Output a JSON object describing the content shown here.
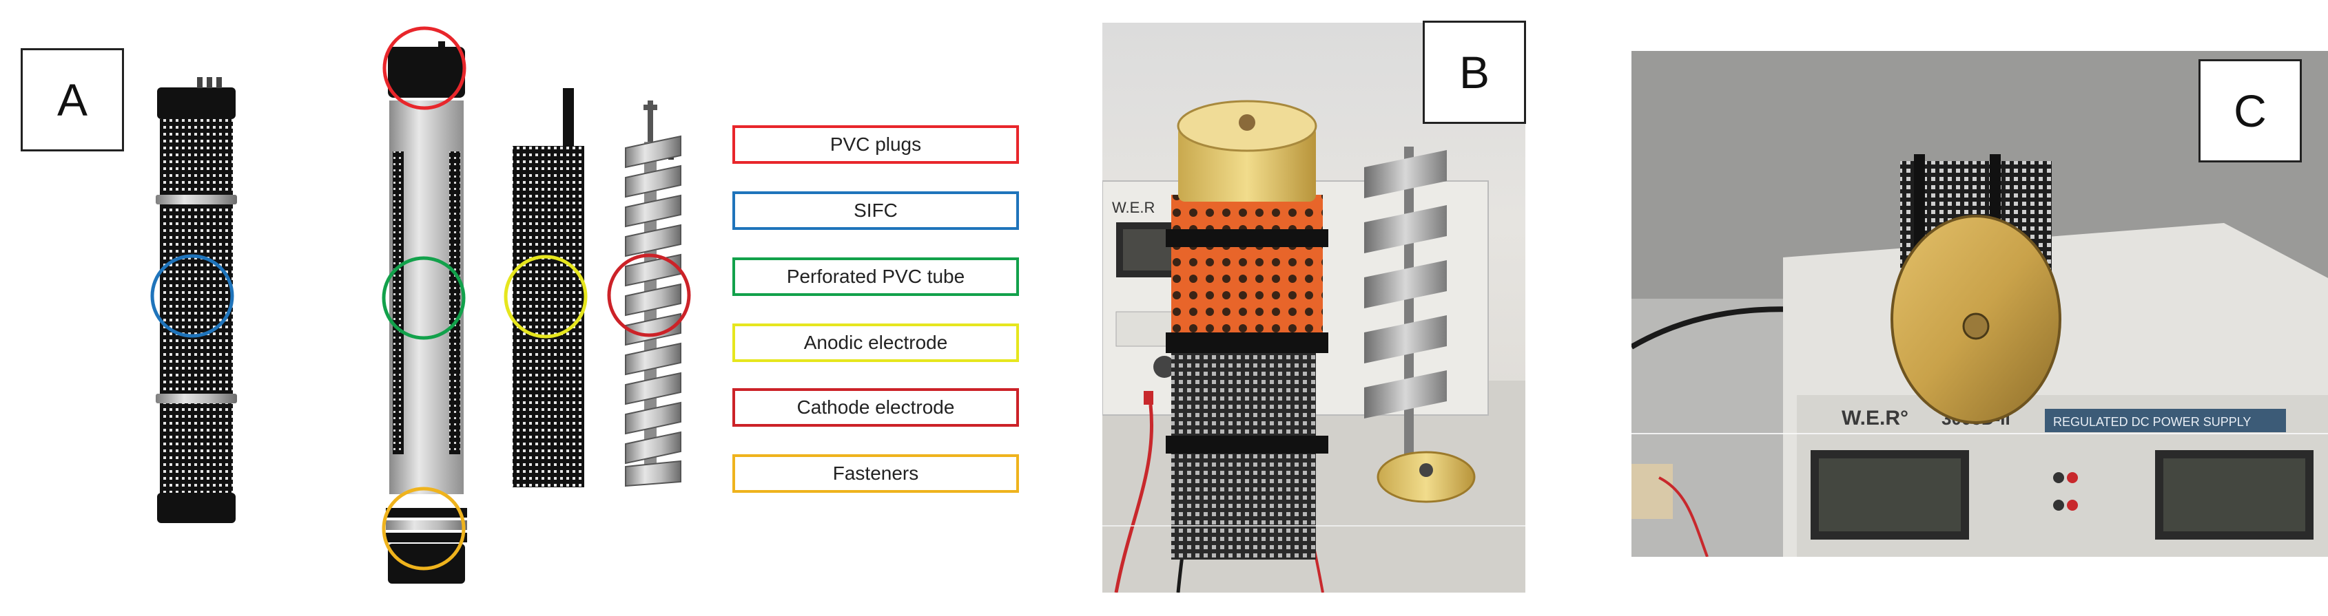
{
  "panels": {
    "a": "A",
    "b": "B",
    "c": "C"
  },
  "legend": [
    {
      "label": "PVC plugs",
      "color": "#e8262b"
    },
    {
      "label": "SIFC",
      "color": "#1f74bb"
    },
    {
      "label": "Perforated PVC tube",
      "color": "#12a14b"
    },
    {
      "label": "Anodic electrode",
      "color": "#e6e61e"
    },
    {
      "label": "Cathode electrode",
      "color": "#cc2228"
    },
    {
      "label": "Fasteners",
      "color": "#efb31d"
    }
  ],
  "photo_b": {
    "device_brand": "W.E.R"
  },
  "photo_c": {
    "device_brand": "W.E.R°",
    "device_model": "3005D-II",
    "device_caption": "REGULATED DC POWER SUPPLY"
  }
}
